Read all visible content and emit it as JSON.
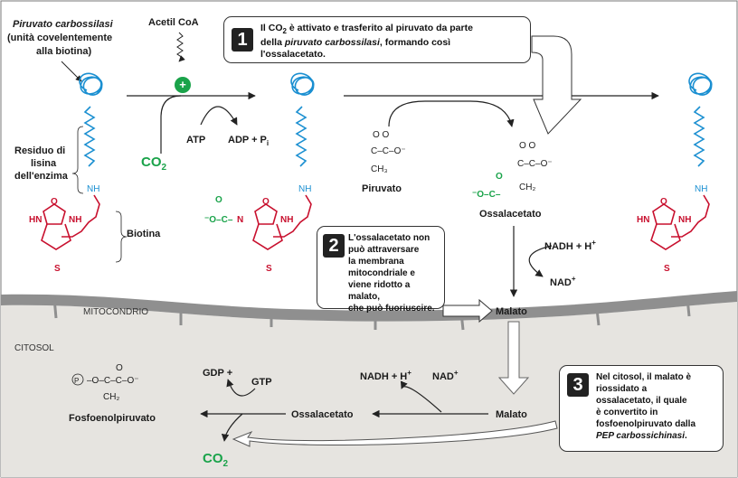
{
  "labels": {
    "pc_title": "Piruvato carbossilasi",
    "pc_sub1": "(unità covelentemente",
    "pc_sub2": "alla biotina)",
    "acetylcoa": "Acetil CoA",
    "plus": "+",
    "co2": "CO",
    "co2_sub": "2",
    "atp": "ATP",
    "adp": "ADP + P",
    "adp_sub": "i",
    "lys1": "Residuo di",
    "lys2": "lisina",
    "lys3": "dell'enzima",
    "biotin": "Biotina",
    "nh": "NH",
    "piruvato": "Piruvato",
    "ossalacetato": "Ossalacetato",
    "nadh_h": "NADH + H",
    "nad": "NAD",
    "sup_plus": "+",
    "malato": "Malato",
    "mitocondrio": "MITOCONDRIO",
    "citosol": "CITOSOL",
    "gdp": "GDP +",
    "gtp": "GTP",
    "fosfo": "Fosfoenolpiruvato",
    "ossalacetato2": "Ossalacetato",
    "malato2": "Malato",
    "co2b": "CO",
    "co2b_sub": "2",
    "nadh_h2": "NADH + H",
    "nad2": "NAD"
  },
  "step1": {
    "number": "1",
    "line1": "Il CO",
    "line1_sub": "2",
    "line1_rest": " è attivato e trasferito al piruvato da parte",
    "line2_pre": "della ",
    "line2_it": "piruvato carbossilasi",
    "line2_post": ", formando così",
    "line3": "l'ossalacetato."
  },
  "step2": {
    "number": "2",
    "lines": [
      "L'ossalacetato non",
      "può attraversare",
      "la membrana",
      "mitocondriale e",
      "viene ridotto a malato,",
      "che può fuoriuscire."
    ]
  },
  "step3": {
    "number": "3",
    "lines": [
      "Nel citosol, il malato è",
      "riossidato a",
      "ossalacetato, il quale",
      "è convertito in",
      "fosfoenolpiruvato dalla"
    ],
    "last_it": "PEP carbossichinasi",
    "last_post": "."
  },
  "colors": {
    "enzyme": "#1a8fd1",
    "biotin": "#c8102e",
    "carboxyl": "#1aa34a",
    "cytosol": "#e6e4e0",
    "membrane": "#8c8c8c"
  }
}
